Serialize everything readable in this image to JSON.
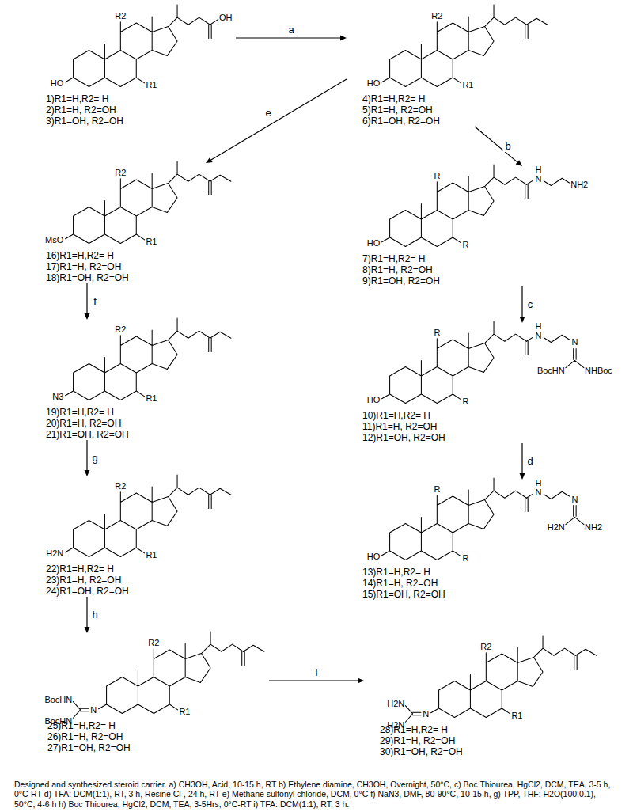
{
  "diagram": {
    "caption": "Designed and synthesized steroid carrier. a) CH3OH, Acid, 10-15 h, RT b) Ethylene diamine, CH3OH, Overnight, 50°C, c) Boc Thiourea, HgCl2, DCM, TEA, 3-5 h, 0°C-RT d) TFA: DCM(1:1), RT, 3 h, Resine Cl-, 24 h, RT e) Methane sulfonyl chloride, DCM, 0°C f) NaN3, DMF, 80-90°C, 10-15 h, g) TPP, THF: H2O(100:0.1), 50°C, 4-6 h h) Boc Thiourea, HgCl2, DCM, TEA, 3-5Hrs, 0°C-RT i) TFA: DCM(1:1), RT, 3 h.",
    "nodes": [
      {
        "text": [
          "1)R1=H,R2= H",
          "2)R1=H, R2=OH",
          "3)R1=OH, R2=OH"
        ]
      },
      {
        "text": [
          "4)R1=H,R2= H",
          "5)R1=H, R2=OH",
          "6)R1=OH, R2=OH"
        ]
      },
      {
        "text": [
          "16)R1=H,R2= H",
          "17)R1=H, R2=OH",
          "18)R1=OH, R2=OH"
        ]
      },
      {
        "text": [
          "7)R1=H,R2= H",
          "8)R1=H, R2=OH",
          "9)R1=OH, R2=OH"
        ]
      },
      {
        "text": [
          "19)R1=H,R2= H",
          "20)R1=H, R2=OH",
          "21)R1=OH, R2=OH"
        ]
      },
      {
        "text": [
          "10)R1=H,R2= H",
          "11)R1=H, R2=OH",
          "12)R1=OH, R2=OH"
        ]
      },
      {
        "text": [
          "22)R1=H,R2= H",
          "23)R1=H, R2=OH",
          "24)R1=OH, R2=OH"
        ]
      },
      {
        "text": [
          "13)R1=H,R2= H",
          "14)R1=H, R2=OH",
          "15)R1=OH, R2=OH"
        ]
      },
      {
        "text": [
          "25)R1=H,R2= H",
          "26)R1=H, R2=OH",
          "27)R1=OH, R2=OH"
        ]
      },
      {
        "text": [
          "28)R1=H,R2= H",
          "29)R1=H, R2=OH",
          "30)R1=OH, R2=OH"
        ]
      }
    ],
    "edges": [
      {
        "from": 0,
        "to": 1,
        "label": "a",
        "arrow": "to"
      },
      {
        "from": 1,
        "to": 3,
        "label": "b",
        "arrow": "to"
      },
      {
        "from": 1,
        "to": 2,
        "label": "e",
        "arrow": "to"
      },
      {
        "from": 3,
        "to": 5,
        "label": "c",
        "arrow": "to"
      },
      {
        "from": 5,
        "to": 7,
        "label": "d",
        "arrow": "to"
      },
      {
        "from": 2,
        "to": 4,
        "label": "f",
        "arrow": "to"
      },
      {
        "from": 4,
        "to": 6,
        "label": "g",
        "arrow": "to"
      },
      {
        "from": 6,
        "to": 8,
        "label": "h",
        "arrow": "to"
      },
      {
        "from": 8,
        "to": 9,
        "label": "i",
        "arrow": "to"
      }
    ],
    "labels": [
      "R2",
      "HO",
      "R1",
      "OH",
      "R2",
      "HO",
      "R1",
      "R2",
      "MsO",
      "R1",
      "R",
      "HO",
      "R",
      "H",
      "N",
      "NH2",
      "R2",
      "N3",
      "R1",
      "R",
      "HO",
      "R",
      "H",
      "N",
      "N",
      "BocHN",
      "NHBoc",
      "R2",
      "H2N",
      "R1",
      "R",
      "HO",
      "R",
      "H",
      "N",
      "N",
      "H2N",
      "NH2",
      "R2",
      "BocHN",
      "BocHN",
      "N",
      "R1",
      "R2",
      "H2N",
      "H2N",
      "N",
      "R1"
    ]
  }
}
